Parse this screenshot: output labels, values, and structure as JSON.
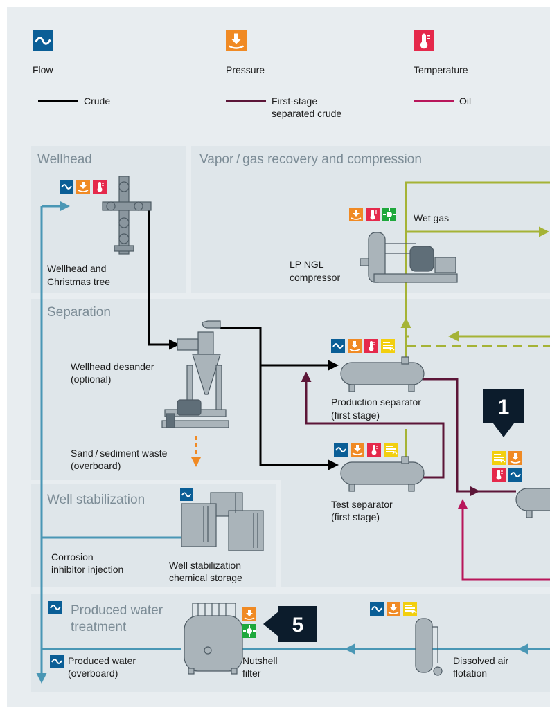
{
  "legend": {
    "flow": "Flow",
    "pressure": "Pressure",
    "temperature": "Temperature",
    "crude": "Crude",
    "first_stage_line1": "First-stage",
    "first_stage_line2": "separated crude",
    "oil": "Oil"
  },
  "sections": {
    "wellhead": "Wellhead",
    "vapor": "Vapor / gas recovery and compression",
    "separation": "Separation",
    "well_stabilization": "Well stabilization",
    "produced_water_line1": "Produced water",
    "produced_water_line2": "treatment"
  },
  "labels": {
    "wellhead_line1": "Wellhead and",
    "wellhead_line2": "Christmas tree",
    "wet_gas": "Wet gas",
    "lp_ngl_line1": "LP NGL",
    "lp_ngl_line2": "compressor",
    "desander_line1": "Wellhead desander",
    "desander_line2": "(optional)",
    "sand_line1": "Sand / sediment waste",
    "sand_line2": "(overboard)",
    "prod_sep_line1": "Production separator",
    "prod_sep_line2": "(first stage)",
    "test_sep_line1": "Test separator",
    "test_sep_line2": "(first stage)",
    "corrosion_line1": "Corrosion",
    "corrosion_line2": "inhibitor injection",
    "storage_line1": "Well stabilization",
    "storage_line2": "chemical storage",
    "pw_overboard_line1": "Produced water",
    "pw_overboard_line2": "(overboard)",
    "nutshell_line1": "Nutshell",
    "nutshell_line2": "filter",
    "daf_line1": "Dissolved air",
    "daf_line2": "flotation"
  },
  "badges": {
    "one": "1",
    "five": "5"
  },
  "colors": {
    "background": "#e8edf0",
    "section": "#dfe6ea",
    "crude": "#000000",
    "first_stage": "#5c1638",
    "oil": "#b8165a",
    "gas": "#a5b336",
    "water": "#4a97b5",
    "flow_icon": "#0a5e96",
    "pressure_icon": "#f08a24",
    "temperature_icon": "#e5294b",
    "level_icon": "#f2cf0f",
    "leak_icon": "#1ea83c",
    "badge": "#0c1c2c"
  },
  "icons": {
    "flow": "flow-wave-icon",
    "pressure": "pressure-arrow-icon",
    "temperature": "thermometer-icon",
    "level": "level-icon",
    "leak": "gas-detector-icon"
  }
}
